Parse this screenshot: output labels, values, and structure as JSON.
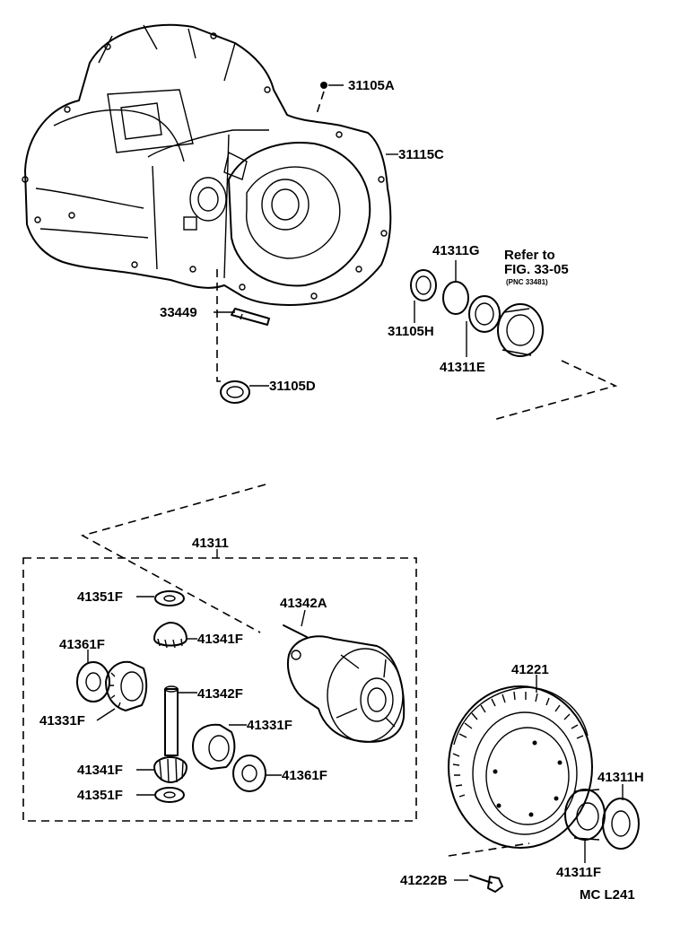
{
  "labels": {
    "p31105A": "31105A",
    "p31115C": "31115C",
    "p33449": "33449",
    "p31105D": "31105D",
    "p41311G": "41311G",
    "p31105H": "31105H",
    "p41311E": "41311E",
    "p41311": "41311",
    "p41351F_top": "41351F",
    "p41341F_top": "41341F",
    "p41342A": "41342A",
    "p41361F_left": "41361F",
    "p41342F": "41342F",
    "p41331F_left": "41331F",
    "p41331F_right": "41331F",
    "p41341F_bottom": "41341F",
    "p41361F_right": "41361F",
    "p41351F_bottom": "41351F",
    "p41221": "41221",
    "p41311H": "41311H",
    "p41311F": "41311F",
    "p41222B": "41222B"
  },
  "reference": {
    "line1": "Refer to",
    "line2": "FIG. 33-05",
    "line3": "(PNC 33481)"
  },
  "diagram_code": "MC L241"
}
